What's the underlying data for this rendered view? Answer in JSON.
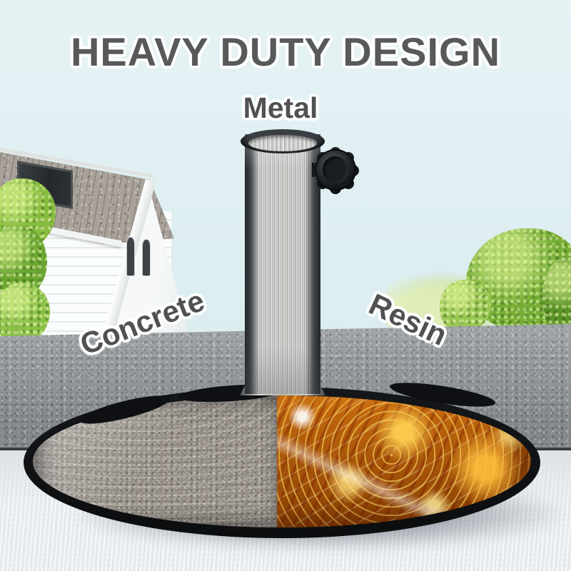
{
  "title": {
    "text": "HEAVY DUTY DESIGN",
    "color": "#58595b"
  },
  "labels": {
    "pole": {
      "text": "Metal"
    },
    "base_left": {
      "text": "Concrete"
    },
    "base_right": {
      "text": "Resin"
    }
  },
  "colors": {
    "sky": "#e2f1f3",
    "label_text": "#4f5153",
    "label_outline": "#ffffff",
    "wall_gray": "#8f9598",
    "ground": "#e9edf0",
    "concrete_half": "#9b958d",
    "resin_base": "#bb5e07",
    "resin_glow": "#ffd95e",
    "hardware_black": "#16191d",
    "pole_silver": "#c9cac7",
    "bush_green": "#7fb637",
    "roof_shingle": "#a8a29a",
    "house_siding": "#f7f9f9"
  }
}
